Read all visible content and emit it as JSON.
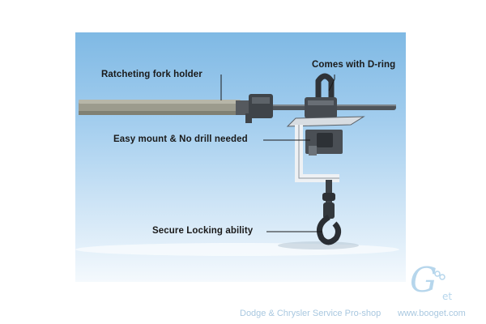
{
  "labels": {
    "fork_holder": "Ratcheting fork holder",
    "d_ring": "Comes with D-ring",
    "easy_mount": "Easy mount & No drill needed",
    "locking": "Secure Locking ability"
  },
  "footer": {
    "shop_name": "Dodge & Chrysler Service Pro-shop",
    "website": "www.booget.com",
    "logo_mark": "G",
    "logo_suffix": "et"
  },
  "colors": {
    "sky_top": "#7fb9e4",
    "sky_bottom": "#f4f9fd",
    "footer_text": "#a9c8e0",
    "metal": "#4a4f55",
    "fork_tube": "#9a9a8c"
  }
}
